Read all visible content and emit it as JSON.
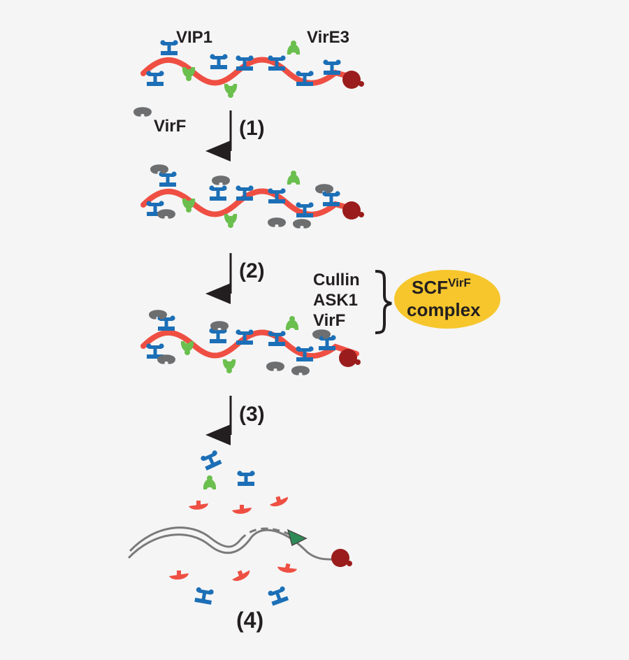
{
  "labels": {
    "vip1": "VIP1",
    "vire3": "VirE3",
    "virf": "VirF"
  },
  "steps": {
    "step1": "(1)",
    "step2": "(2)",
    "step3": "(3)",
    "step4": "(4)"
  },
  "components": [
    "Cullin",
    "ASK1",
    "VirF"
  ],
  "complex": {
    "main": "SCF",
    "superscript": "VirF",
    "line2": "complex"
  },
  "colors": {
    "background": "#f5f5f5",
    "vip1_blue": "#1c6fb6",
    "vire3_green": "#6bbf4e",
    "virf_gray": "#6d6e70",
    "strand_red": "#ef4f43",
    "cap_darkred": "#9b1c1c",
    "complex_yellow": "#f6c62c",
    "arrow_black": "#231f20",
    "strand_gray": "#7a7a7a",
    "triangle_green": "#2e8b57"
  }
}
